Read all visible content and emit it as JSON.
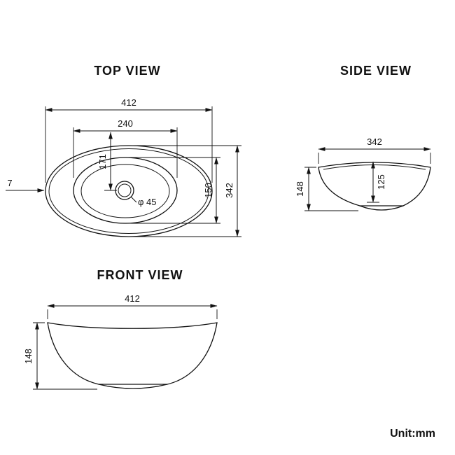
{
  "colors": {
    "ink": "#111111",
    "background": "#ffffff"
  },
  "unit_label": "Unit:mm",
  "views": {
    "top": {
      "title": "TOP VIEW",
      "dims": {
        "overall_width": "412",
        "basin_width": "240",
        "drain_center_offset": "171",
        "basin_length": "150",
        "overall_length": "342",
        "rim_thickness": "7",
        "drain_diameter": "φ 45"
      }
    },
    "side": {
      "title": "SIDE VIEW",
      "dims": {
        "overall_width": "342",
        "overall_height": "148",
        "inner_depth": "125"
      }
    },
    "front": {
      "title": "FRONT VIEW",
      "dims": {
        "overall_width": "412",
        "overall_height": "148"
      }
    }
  }
}
